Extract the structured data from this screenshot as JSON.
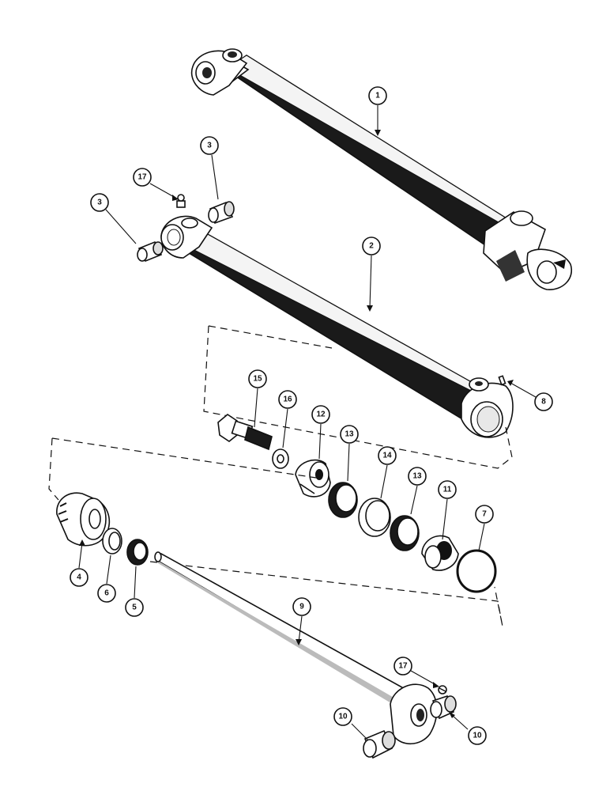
{
  "diagram": {
    "callouts": [
      {
        "id": "c1",
        "label": "1"
      },
      {
        "id": "c2",
        "label": "2"
      },
      {
        "id": "c3a",
        "label": "3"
      },
      {
        "id": "c3b",
        "label": "3"
      },
      {
        "id": "c17a",
        "label": "17"
      },
      {
        "id": "c15",
        "label": "15"
      },
      {
        "id": "c16",
        "label": "16"
      },
      {
        "id": "c12",
        "label": "12"
      },
      {
        "id": "c13a",
        "label": "13"
      },
      {
        "id": "c14",
        "label": "14"
      },
      {
        "id": "c13b",
        "label": "13"
      },
      {
        "id": "c11",
        "label": "11"
      },
      {
        "id": "c7",
        "label": "7"
      },
      {
        "id": "c8",
        "label": "8"
      },
      {
        "id": "c4",
        "label": "4"
      },
      {
        "id": "c6",
        "label": "6"
      },
      {
        "id": "c5",
        "label": "5"
      },
      {
        "id": "c9",
        "label": "9"
      },
      {
        "id": "c17b",
        "label": "17"
      },
      {
        "id": "c10a",
        "label": "10"
      },
      {
        "id": "c10b",
        "label": "10"
      }
    ]
  }
}
